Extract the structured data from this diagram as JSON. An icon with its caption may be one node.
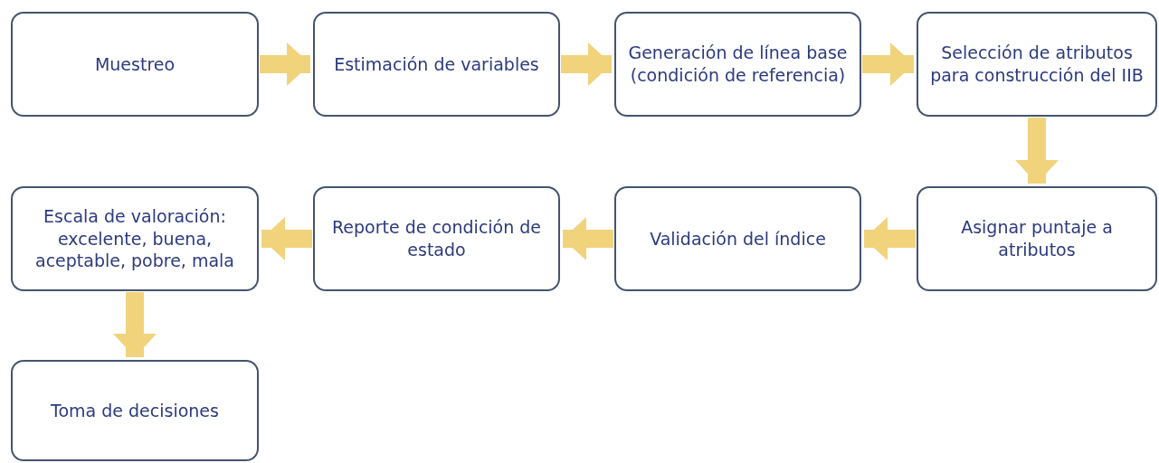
{
  "diagram": {
    "nodes": [
      {
        "text": [
          "Muestreo"
        ]
      },
      {
        "text": [
          "Estimación de variables"
        ]
      },
      {
        "text": [
          "Generación de línea base (condición de referencia)"
        ]
      },
      {
        "text": [
          "Selección de atributos para construcción del IIB"
        ]
      },
      {
        "text": [
          "Escala de valoración: excelente, buena, aceptable, pobre, mala"
        ]
      },
      {
        "text": [
          "Reporte de condición de estado"
        ]
      },
      {
        "text": [
          "Validación del índice"
        ]
      },
      {
        "text": [
          "Asignar puntaje a atributos"
        ]
      },
      {
        "text": [
          "Toma de decisiones"
        ]
      }
    ],
    "edges": [
      {
        "from": 0,
        "to": 1,
        "arrow": "to"
      },
      {
        "from": 1,
        "to": 2,
        "arrow": "to"
      },
      {
        "from": 2,
        "to": 3,
        "arrow": "to"
      },
      {
        "from": 3,
        "to": 7,
        "arrow": "to"
      },
      {
        "from": 7,
        "to": 6,
        "arrow": "to"
      },
      {
        "from": 6,
        "to": 5,
        "arrow": "to"
      },
      {
        "from": 5,
        "to": 4,
        "arrow": "to"
      },
      {
        "from": 4,
        "to": 8,
        "arrow": "to"
      }
    ]
  }
}
